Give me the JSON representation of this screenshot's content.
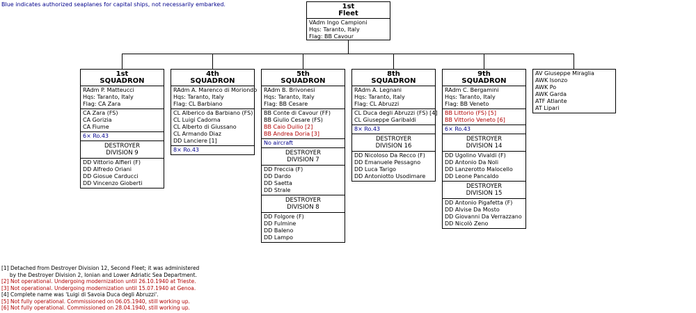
{
  "top_note": "Blue indicates authorized seaplanes for capital ships, not necessarily embarked.",
  "fleet": {
    "title": [
      "1st",
      "Fleet"
    ],
    "lines": [
      "VAdm  Ingo Campioni",
      "Hqs:     Taranto, Italy",
      "Flag:    BB Cavour"
    ]
  },
  "squadrons": [
    {
      "title": [
        "1st",
        "SQUADRON"
      ],
      "lines": [
        "RAdm  P. Matteucci",
        "Hqs:     Taranto, Italy",
        "Flag:    CA  Zara"
      ],
      "ships": [
        {
          "t": "CA  Zara (FS)",
          "c": ""
        },
        {
          "t": "CA  Gorizia",
          "c": ""
        },
        {
          "t": "CA  Fiume",
          "c": ""
        }
      ],
      "aircraft": "6× Ro.43",
      "divisions": [
        {
          "title": [
            "DESTROYER",
            "DIVISION 9"
          ],
          "ships": [
            "DD  Vittorio Alfieri (F)",
            "DD  Alfredo Oriani",
            "DD  Giosue Carducci",
            "DD  Vincenzo Gioberti"
          ]
        }
      ]
    },
    {
      "title": [
        "4th",
        "SQUADRON"
      ],
      "lines": [
        "RAdm  A. Marenco di Moriondo",
        "Hqs:     Taranto, Italy",
        "Flag:    CL  Barbiano"
      ],
      "ships": [
        {
          "t": "CL  Alberico da Barbiano (FS)",
          "c": ""
        },
        {
          "t": "CL  Luigi Cadorna",
          "c": ""
        },
        {
          "t": "CL  Alberto di Giussano",
          "c": ""
        },
        {
          "t": "CL  Armando Diaz",
          "c": ""
        },
        {
          "t": "DD  Lanciere [1]",
          "c": ""
        }
      ],
      "aircraft": "8× Ro.43",
      "divisions": []
    },
    {
      "title": [
        "5th",
        "SQUADRON"
      ],
      "lines": [
        "RAdm  B. Brivonesi",
        "Hqs:     Taranto, Italy",
        "Flag:    BB  Cesare"
      ],
      "ships": [
        {
          "t": "BB  Conte di Cavour (FF)",
          "c": ""
        },
        {
          "t": "BB  Giulio Cesare (FS)",
          "c": ""
        },
        {
          "t": "BB  Caio Duilio [2]",
          "c": "red"
        },
        {
          "t": "BB  Andrea Doria [3]",
          "c": "red"
        }
      ],
      "aircraft": "No aircraft",
      "divisions": [
        {
          "title": [
            "DESTROYER",
            "DIVISION 7"
          ],
          "ships": [
            "DD  Freccia (F)",
            "DD  Dardo",
            "DD  Saetta",
            "DD  Strale"
          ]
        },
        {
          "title": [
            "DESTROYER",
            "DIVISION 8"
          ],
          "ships": [
            "DD  Folgore (F)",
            "DD  Fulmine",
            "DD  Baleno",
            "DD  Lampo"
          ]
        }
      ]
    },
    {
      "title": [
        "8th",
        "SQUADRON"
      ],
      "lines": [
        "RAdm  A. Legnani",
        "Hqs:     Taranto, Italy",
        "Flag:    CL  Abruzzi"
      ],
      "ships": [
        {
          "t": "CL  Duca degli Abruzzi (FS) [4]",
          "c": ""
        },
        {
          "t": "CL  Giuseppe Garibaldi",
          "c": ""
        }
      ],
      "aircraft": "8× Ro.43",
      "divisions": [
        {
          "title": [
            "DESTROYER",
            "DIVISION 16"
          ],
          "ships": [
            "DD  Nicoloso Da Recco (F)",
            "DD  Emanuele Pessagno",
            "DD  Luca Tarigo",
            "DD  Antoniotto Usodimare"
          ]
        }
      ]
    },
    {
      "title": [
        "9th",
        "SQUADRON"
      ],
      "lines": [
        "RAdm  C. Bergamini",
        "Hqs:     Taranto, Italy",
        "Flag:    BB  Veneto"
      ],
      "ships": [
        {
          "t": "BB  Littorio (FS) [5]",
          "c": "red"
        },
        {
          "t": "BB  Vittorio Veneto [6]",
          "c": "red"
        }
      ],
      "aircraft": "6× Ro.43",
      "divisions": [
        {
          "title": [
            "DESTROYER",
            "DIVISION 14"
          ],
          "ships": [
            "DD  Ugolino Vivaldi (F)",
            "DD  Antonio Da Noli",
            "DD  Lanzerotto Malocello",
            "DD  Leone Pancaldo"
          ]
        },
        {
          "title": [
            "DESTROYER",
            "DIVISION 15"
          ],
          "ships": [
            "DD  Antonio Pigafetta (F)",
            "DD  Alvise Da Mosto",
            "DD  Giovanni Da Verrazzano",
            "DD  Nicolò Zeno"
          ]
        }
      ]
    }
  ],
  "auxiliaries": [
    "AV   Giuseppe Miraglia",
    "AWK  Isonzo",
    "AWK  Po",
    "AWK  Garda",
    "ATF  Atlante",
    "AT   Lipari"
  ],
  "footnotes": [
    {
      "t": "[1] Detached from Destroyer Division 12, Second Fleet; it was administered",
      "c": ""
    },
    {
      "t": "     by the Destroyer Division 2, Ionian and Lower Adriatic Sea Department.",
      "c": ""
    },
    {
      "t": "[2] Not operational. Undergoing modernization until 26.10.1940 at Trieste.",
      "c": "red"
    },
    {
      "t": "[3] Not operational. Undergoing modernization until 15.07.1940 at Genoa.",
      "c": "red"
    },
    {
      "t": "[4] Complete name was 'Luigi di Savoia Duca degli Abruzzi'.",
      "c": ""
    },
    {
      "t": "[5] Not fully operational. Commissioned on 06.05.1940, still working up.",
      "c": "red"
    },
    {
      "t": "[6] Not fully operational. Commissioned on 28.04.1940, still working up.",
      "c": "red"
    }
  ],
  "colors": {
    "aircraft": "#00008b",
    "not_operational": "#b00000"
  }
}
